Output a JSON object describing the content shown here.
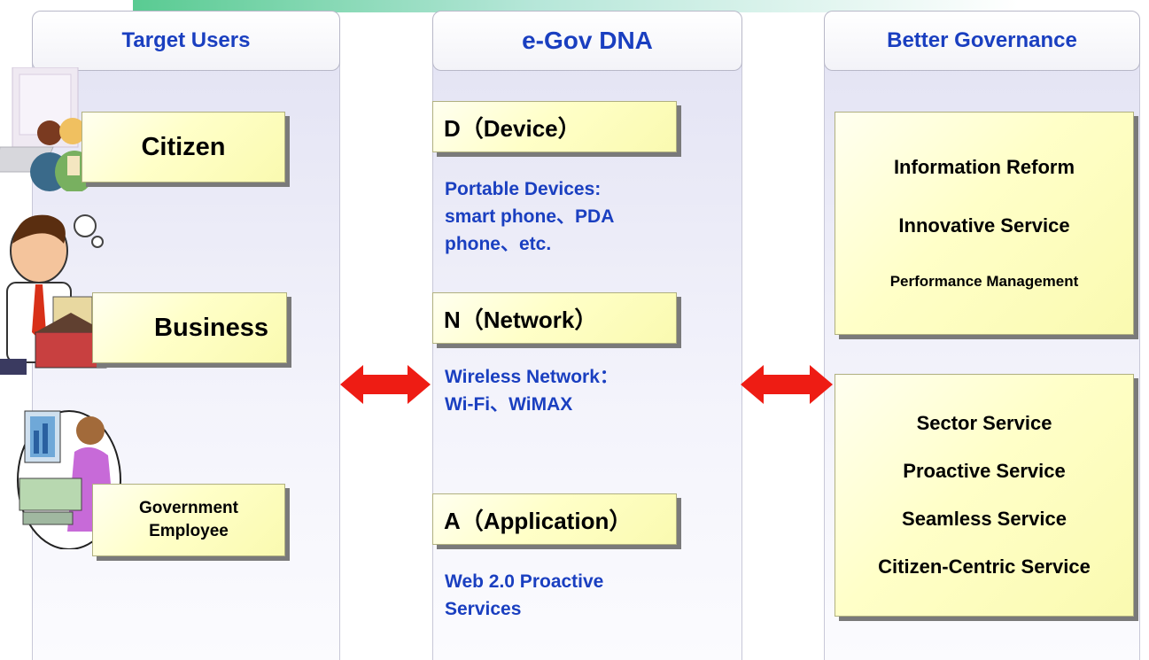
{
  "columns": {
    "target_users": {
      "title": "Target Users",
      "items": [
        {
          "label": "Citizen"
        },
        {
          "label": "Business"
        },
        {
          "label_lines": [
            "Government",
            "Employee"
          ]
        }
      ]
    },
    "egov_dna": {
      "title": "e-Gov DNA",
      "sections": [
        {
          "heading": "D（Device）",
          "desc_lines": [
            "Portable Devices:",
            "smart phone、PDA",
            "phone、etc."
          ]
        },
        {
          "heading": "N（Network）",
          "desc_lines": [
            "Wireless Network：",
            "Wi-Fi、WiMAX"
          ]
        },
        {
          "heading": "A（Application）",
          "desc_lines": [
            "Web 2.0 Proactive",
            "Services"
          ]
        }
      ]
    },
    "better_governance": {
      "title": "Better Governance",
      "box1": [
        "Information Reform",
        "Innovative Service",
        "Performance Management"
      ],
      "box2": [
        "Sector Service",
        "Proactive Service",
        "Seamless Service",
        "Citizen-Centric Service"
      ]
    }
  },
  "colors": {
    "heading_blue": "#1a3fc0",
    "box_yellow": "#ffffc8",
    "arrow_red": "#ee1c14"
  },
  "icons": [
    "citizens-at-computer-illustration",
    "businessman-illustration",
    "government-employee-illustration",
    "double-arrow-icon"
  ]
}
